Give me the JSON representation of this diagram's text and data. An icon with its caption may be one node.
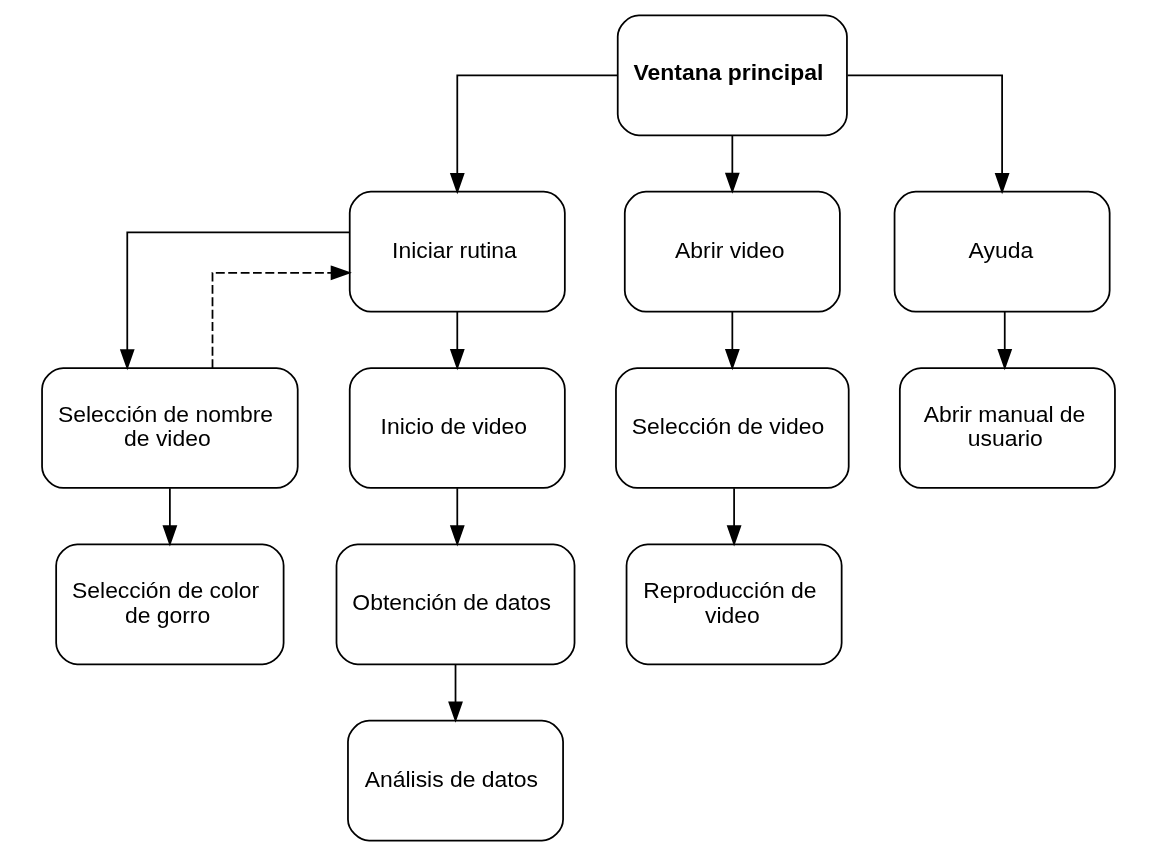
{
  "diagram": {
    "nodes": [
      {
        "text": [
          "Ventana principal"
        ]
      },
      {
        "text": [
          "Iniciar rutina"
        ]
      },
      {
        "text": [
          "Abrir video"
        ]
      },
      {
        "text": [
          "Ayuda"
        ]
      },
      {
        "text": [
          "Selección de nombre de video"
        ]
      },
      {
        "text": [
          "Inicio de video"
        ]
      },
      {
        "text": [
          "Selección de video"
        ]
      },
      {
        "text": [
          "Abrir manual de usuario"
        ]
      },
      {
        "text": [
          "Selección de color de gorro"
        ]
      },
      {
        "text": [
          "Obtención de datos"
        ]
      },
      {
        "text": [
          "Reproducción de video"
        ]
      },
      {
        "text": [
          "Análisis de datos"
        ]
      }
    ],
    "edges": [
      {
        "from": 0,
        "to": 1,
        "arrow": "to"
      },
      {
        "from": 0,
        "to": 2,
        "arrow": "to"
      },
      {
        "from": 0,
        "to": 3,
        "arrow": "to"
      },
      {
        "from": 1,
        "to": 4,
        "arrow": "to"
      },
      {
        "from": 1,
        "to": 5,
        "arrow": "to"
      },
      {
        "from": 2,
        "to": 6,
        "arrow": "to"
      },
      {
        "from": 3,
        "to": 7,
        "arrow": "to"
      },
      {
        "from": 4,
        "to": 8,
        "arrow": "to"
      },
      {
        "from": 5,
        "to": 9,
        "arrow": "to"
      },
      {
        "from": 6,
        "to": 10,
        "arrow": "to"
      },
      {
        "from": 9,
        "to": 11,
        "arrow": "to"
      },
      {
        "from": 4,
        "to": 1,
        "arrow": "to",
        "style": "dashed"
      }
    ]
  }
}
